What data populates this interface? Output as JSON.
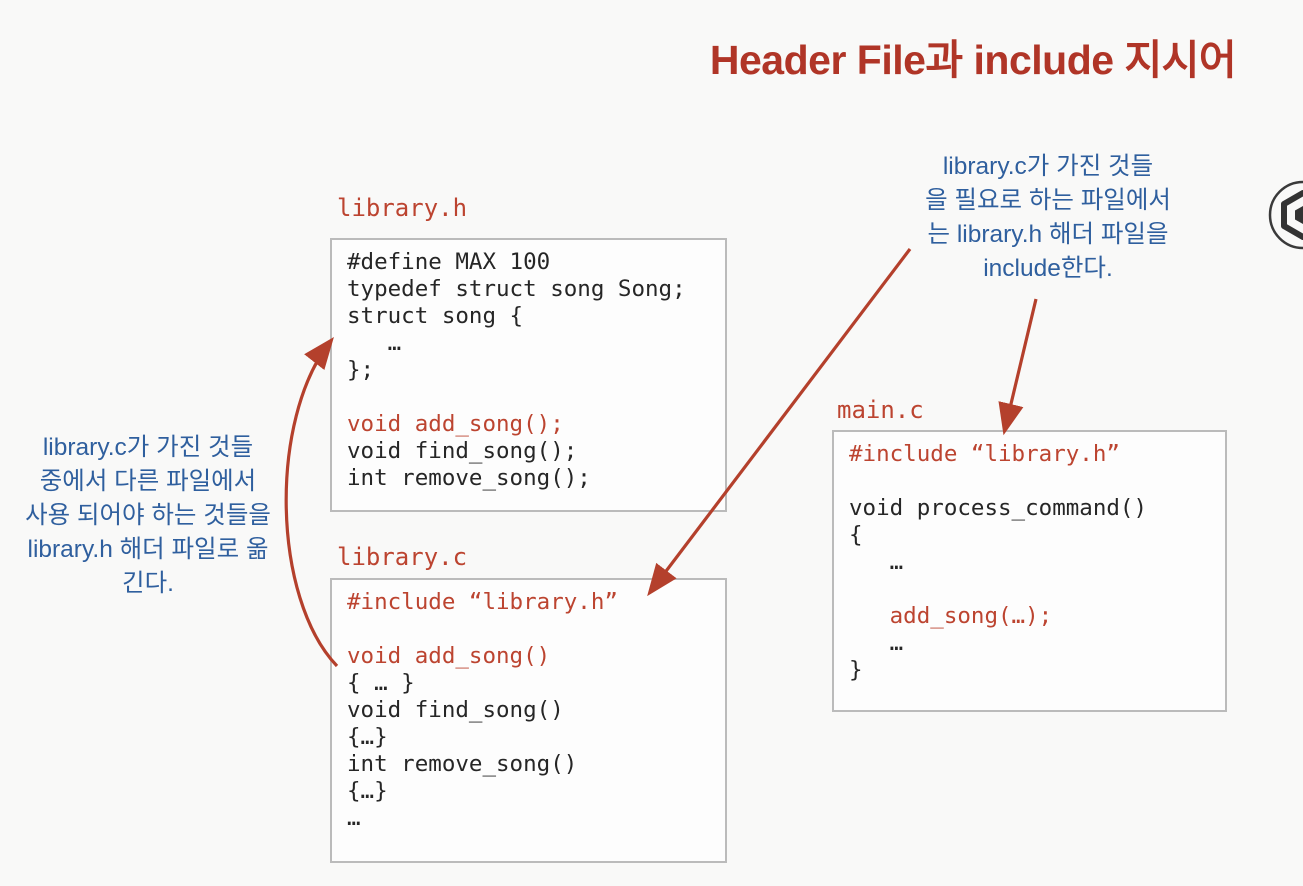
{
  "title": "Header File과 include 지시어",
  "colors": {
    "title_red": "#b03527",
    "code_red": "#bc4430",
    "arrow_red": "#b4402c",
    "note_blue": "#2f5f9e",
    "code_black": "#262626",
    "box_border": "#bbbbbb"
  },
  "files": {
    "library_h": {
      "label": "library.h",
      "lines": [
        {
          "t": "#define MAX 100",
          "c": "black"
        },
        {
          "t": "typedef struct song Song;",
          "c": "black"
        },
        {
          "t": "struct song {",
          "c": "black"
        },
        {
          "t": "   …",
          "c": "black"
        },
        {
          "t": "};",
          "c": "black"
        },
        {
          "t": "",
          "c": "black"
        },
        {
          "t": "void add_song();",
          "c": "red"
        },
        {
          "t": "void find_song();",
          "c": "black"
        },
        {
          "t": "int remove_song();",
          "c": "black"
        }
      ]
    },
    "library_c": {
      "label": "library.c",
      "lines": [
        {
          "t": "#include “library.h”",
          "c": "red"
        },
        {
          "t": "",
          "c": "black"
        },
        {
          "t": "void add_song()",
          "c": "red"
        },
        {
          "t": "{ … }",
          "c": "black"
        },
        {
          "t": "void find_song()",
          "c": "black"
        },
        {
          "t": "{…}",
          "c": "black"
        },
        {
          "t": "int remove_song()",
          "c": "black"
        },
        {
          "t": "{…}",
          "c": "black"
        },
        {
          "t": "…",
          "c": "black"
        }
      ]
    },
    "main_c": {
      "label": "main.c",
      "lines": [
        {
          "t": "#include “library.h”",
          "c": "red"
        },
        {
          "t": "",
          "c": "black"
        },
        {
          "t": "void process_command()",
          "c": "black"
        },
        {
          "t": "{",
          "c": "black"
        },
        {
          "t": "   …",
          "c": "black"
        },
        {
          "t": "",
          "c": "black"
        },
        {
          "t": "   add_song(…);",
          "c": "red"
        },
        {
          "t": "   …",
          "c": "black"
        },
        {
          "t": "}",
          "c": "black"
        }
      ]
    }
  },
  "notes": {
    "left": {
      "lines": [
        "library.c가 가진 것들",
        "중에서 다른 파일에서",
        "사용 되어야 하는 것들을",
        "library.h 해더 파일로 옮",
        "긴다."
      ]
    },
    "right": {
      "lines": [
        "library.c가 가진 것들",
        "을 필요로 하는 파일에서",
        "는 library.h 해더 파일을",
        "include한다."
      ]
    }
  },
  "icons": {
    "badge": "hexagon-circle-icon"
  }
}
